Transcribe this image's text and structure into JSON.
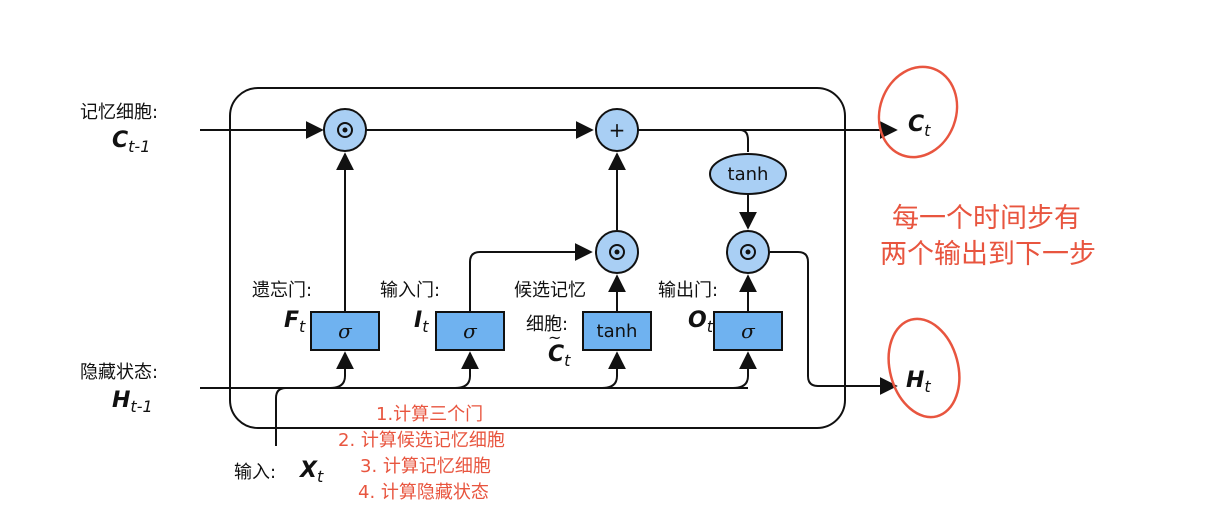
{
  "colors": {
    "box_fill": "#6fb2f0",
    "circle_fill": "#a9cff4",
    "line": "#111111",
    "accent": "#e8553f"
  },
  "inputs": {
    "memory_label": "记忆细胞:",
    "memory_symbol": "C",
    "memory_sub": "t-1",
    "hidden_label": "隐藏状态:",
    "hidden_symbol": "H",
    "hidden_sub": "t-1",
    "x_label": "输入:",
    "x_symbol": "X",
    "x_sub": "t"
  },
  "gates": {
    "forget_label": "遗忘门:",
    "forget_symbol": "F",
    "forget_sub": "t",
    "input_label": "输入门:",
    "input_symbol": "I",
    "input_sub": "t",
    "candidate_label_1": "候选记忆",
    "candidate_label_2": "细胞:",
    "candidate_symbol": "C",
    "candidate_sub": "t",
    "output_label": "输出门:",
    "output_symbol": "O",
    "output_sub": "t"
  },
  "boxes": {
    "sigma": "σ",
    "tanh": "tanh"
  },
  "ops": {
    "multiply": "⊙",
    "add": "+",
    "tanh_ellipse": "tanh"
  },
  "outputs": {
    "c_symbol": "C",
    "c_sub": "t",
    "h_symbol": "H",
    "h_sub": "t"
  },
  "annotations": {
    "right_note_line1": "每一个时间步有",
    "right_note_line2": "两个输出到下一步",
    "steps": [
      "1.计算三个门",
      "2. 计算候选记忆细胞",
      "3. 计算记忆细胞",
      "4. 计算隐藏状态"
    ]
  }
}
